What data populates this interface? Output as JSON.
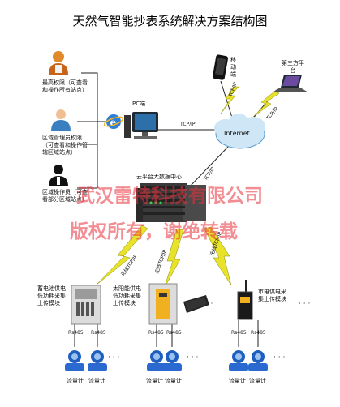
{
  "title": "天然气智能抄表系统解决方案结构图",
  "roles": {
    "admin": "最高权限（可查看和操作所有站点）",
    "manager": "区域管理员权限（可查看和操作管辖区域站点）",
    "operator": "区域操作员（可查看部分区域站点）"
  },
  "nodes": {
    "pc": "PC端",
    "mobile": "移动端",
    "third_party": "第三方平台",
    "internet": "Internet",
    "cloud": "云平台大数据中心"
  },
  "links": {
    "pc_internet": "TCP/IP",
    "mobile_internet": "TCP/IP",
    "third_internet": "TCP/IP",
    "internet_cloud": "TCP/IP",
    "cloud_left": "无线TCP/IP",
    "cloud_middle": "无线TCP/IP",
    "cloud_right": "无线TCP/IP"
  },
  "modules": {
    "battery": "蓄电池供电低功耗采集上传模块",
    "solar": "太阳能供电低功耗采集上传模块",
    "mains": "市电供电采集上传模块"
  },
  "bus": "Rs485",
  "meter": "流量计",
  "ellipsis": "· · ·",
  "watermark": {
    "line1": "武汉雷特科技有限公司",
    "line2": "版权所有，谢绝转载"
  },
  "colors": {
    "line": "#222222",
    "bolt": "#e8e22a",
    "monitor": "#1f2a33",
    "server": "#3a3a3a",
    "person_orange": "#e08a2a",
    "person_blue": "#3a7fc0",
    "watermark": "#e8323c"
  }
}
